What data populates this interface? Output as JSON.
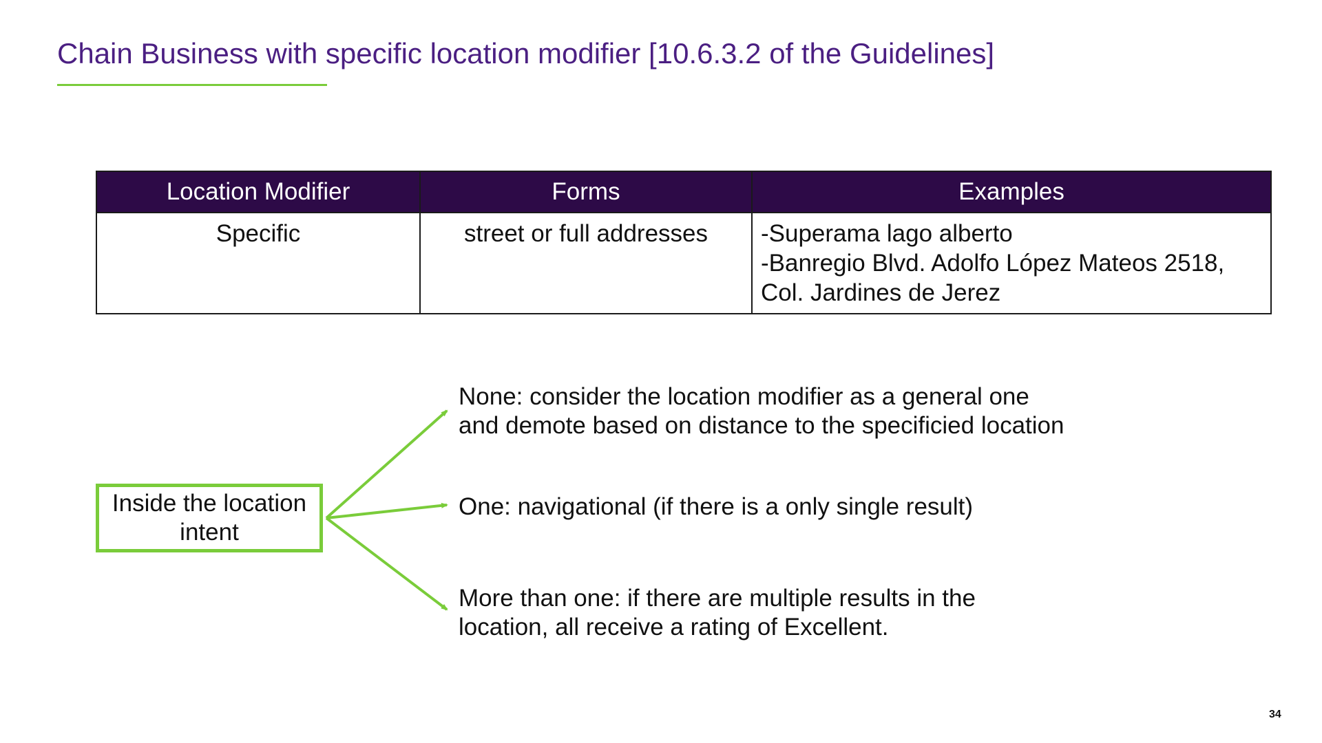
{
  "slide": {
    "title": "Chain Business with specific location modifier [10.6.3.2 of the Guidelines]",
    "page_number": "34",
    "colors": {
      "title": "#4b1f82",
      "accent_green": "#7acc3a",
      "table_header": "#2d0a47"
    }
  },
  "table": {
    "headers": [
      "Location Modifier",
      "Forms",
      "Examples"
    ],
    "row": {
      "modifier": "Specific",
      "forms": "street or full addresses",
      "examples": [
        "-Superama lago alberto",
        "-Banregio Blvd. Adolfo López Mateos 2518,",
        "Col. Jardines de Jerez"
      ]
    }
  },
  "diagram": {
    "source_box": {
      "line1": "Inside the location",
      "line2": "intent"
    },
    "outcomes": [
      {
        "line1": "None: consider the location modifier as a general one",
        "line2": "and demote based on distance to the specificied location"
      },
      {
        "line1": "One: navigational (if there is a only single result)"
      },
      {
        "line1": "More than one: if there are multiple results in the",
        "line2": "location, all receive a rating of Excellent."
      }
    ]
  }
}
